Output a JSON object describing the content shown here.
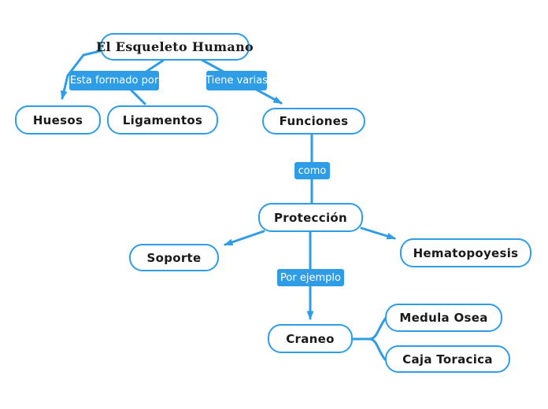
{
  "colors": {
    "accent": "#2E9DE6",
    "canvas_background": "#ffffff",
    "node_fill": "#ffffff",
    "node_text": "#1a1a1a",
    "label_text": "#ffffff"
  },
  "nodes": {
    "root": {
      "label": "El Esqueleto Humano"
    },
    "huesos": {
      "label": "Huesos"
    },
    "ligamentos": {
      "label": "Ligamentos"
    },
    "funciones": {
      "label": "Funciones"
    },
    "proteccion": {
      "label": "Protección"
    },
    "soporte": {
      "label": "Soporte"
    },
    "hematopoyesis": {
      "label": "Hematopoyesis"
    },
    "craneo": {
      "label": "Craneo"
    },
    "medula_osea": {
      "label": "Medula Osea"
    },
    "caja_toracica": {
      "label": "Caja Toracica"
    }
  },
  "link_labels": {
    "esta_formado_por": {
      "label": "Esta formado por"
    },
    "tiene_varias": {
      "label": "Tiene varias"
    },
    "como": {
      "label": "como"
    },
    "por_ejemplo": {
      "label": "Por ejemplo"
    }
  },
  "edges": [
    {
      "from": "El Esqueleto Humano",
      "via": "Esta formado por",
      "to": "Huesos",
      "arrow": true
    },
    {
      "from": "El Esqueleto Humano",
      "via": "Esta formado por",
      "to": "Ligamentos",
      "arrow": false
    },
    {
      "from": "El Esqueleto Humano",
      "via": "Tiene varias",
      "to": "Funciones",
      "arrow": true
    },
    {
      "from": "Funciones",
      "via": "como",
      "to": "Protección",
      "arrow": false
    },
    {
      "from": "Protección",
      "via": "",
      "to": "Soporte",
      "arrow": true
    },
    {
      "from": "Protección",
      "via": "",
      "to": "Hematopoyesis",
      "arrow": true
    },
    {
      "from": "Protección",
      "via": "Por ejemplo",
      "to": "Craneo",
      "arrow": true
    },
    {
      "from": "Craneo",
      "via": "",
      "to": "Medula Osea",
      "arrow": false
    },
    {
      "from": "Craneo",
      "via": "",
      "to": "Caja Toracica",
      "arrow": false
    }
  ]
}
